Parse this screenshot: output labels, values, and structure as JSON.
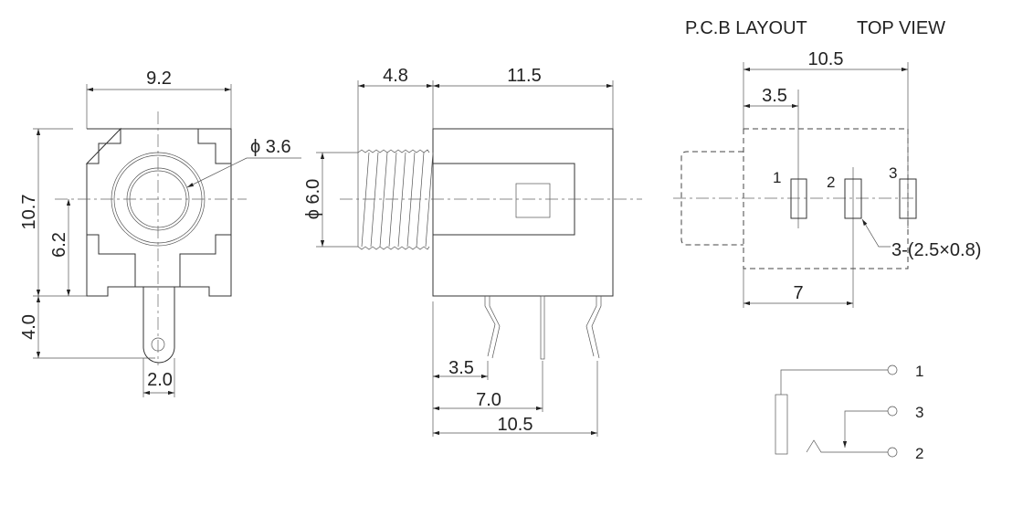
{
  "title": {
    "pcb_layout": "P.C.B LAYOUT",
    "top_view": "TOP VIEW"
  },
  "front_view": {
    "width": "9.2",
    "height": "10.7",
    "center_height": "6.2",
    "pin_length": "4.0",
    "pin_width": "2.0",
    "bore_diameter": "ϕ 3.6"
  },
  "side_view": {
    "thread_length": "4.8",
    "body_length": "11.5",
    "thread_diameter": "ϕ 6.0",
    "pin1_offset": "3.5",
    "pin2_offset": "7.0",
    "pin3_offset": "10.5"
  },
  "pcb_layout": {
    "overall": "10.5",
    "pad1_offset": "3.5",
    "pad2_offset": "7",
    "pad_spec": "3-(2.5×0.8)",
    "pad_labels": [
      "1",
      "2",
      "3"
    ]
  },
  "schematic": {
    "terminals": [
      "1",
      "3",
      "2"
    ]
  }
}
